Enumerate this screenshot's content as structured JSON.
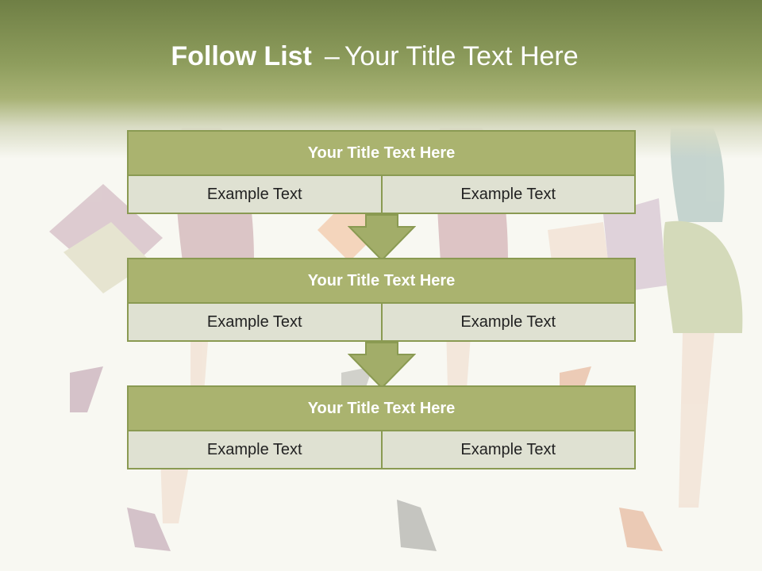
{
  "slide": {
    "title_bold": "Follow List",
    "title_dash": "–",
    "title_rest": "Your Title Text Here"
  },
  "colors": {
    "header": "#8e9d5d",
    "box_head": "#aab36f",
    "box_border": "#8a9a52",
    "cell": "#dfe1d2",
    "arrow": "#a2ad69"
  },
  "steps": [
    {
      "title": "Your Title Text Here",
      "left": "Example Text",
      "right": "Example Text"
    },
    {
      "title": "Your Title Text Here",
      "left": "Example Text",
      "right": "Example Text"
    },
    {
      "title": "Your Title Text Here",
      "left": "Example Text",
      "right": "Example Text"
    }
  ],
  "background_image": "women-shopping-bags-silhouettes"
}
